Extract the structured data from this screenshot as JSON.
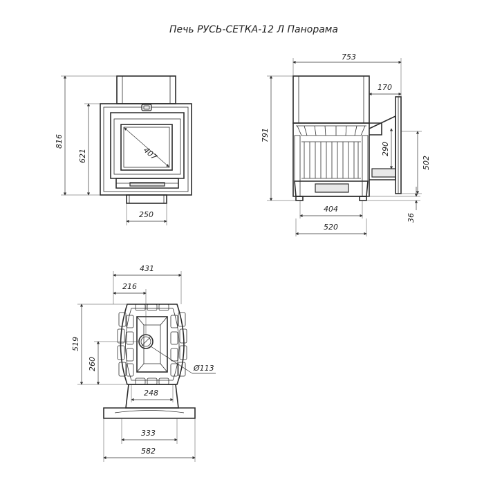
{
  "title": "Печь РУСЬ-СЕТКА-12 Л Панорама",
  "front_view": {
    "height_total": "816",
    "height_body": "621",
    "glass_diagonal": "407",
    "base_width": "250"
  },
  "side_view": {
    "length_total": "753",
    "tunnel_length": "170",
    "height_total": "791",
    "tunnel_height": "290",
    "door_height": "502",
    "inner_width": "404",
    "body_width": "520",
    "foot_height": "36"
  },
  "top_view": {
    "width_total": "431",
    "width_half": "216",
    "depth_total": "519",
    "depth_half": "260",
    "chimney_diameter": "Ø113",
    "tunnel_width": "248",
    "tunnel_inner": "333",
    "tunnel_outer": "582"
  }
}
